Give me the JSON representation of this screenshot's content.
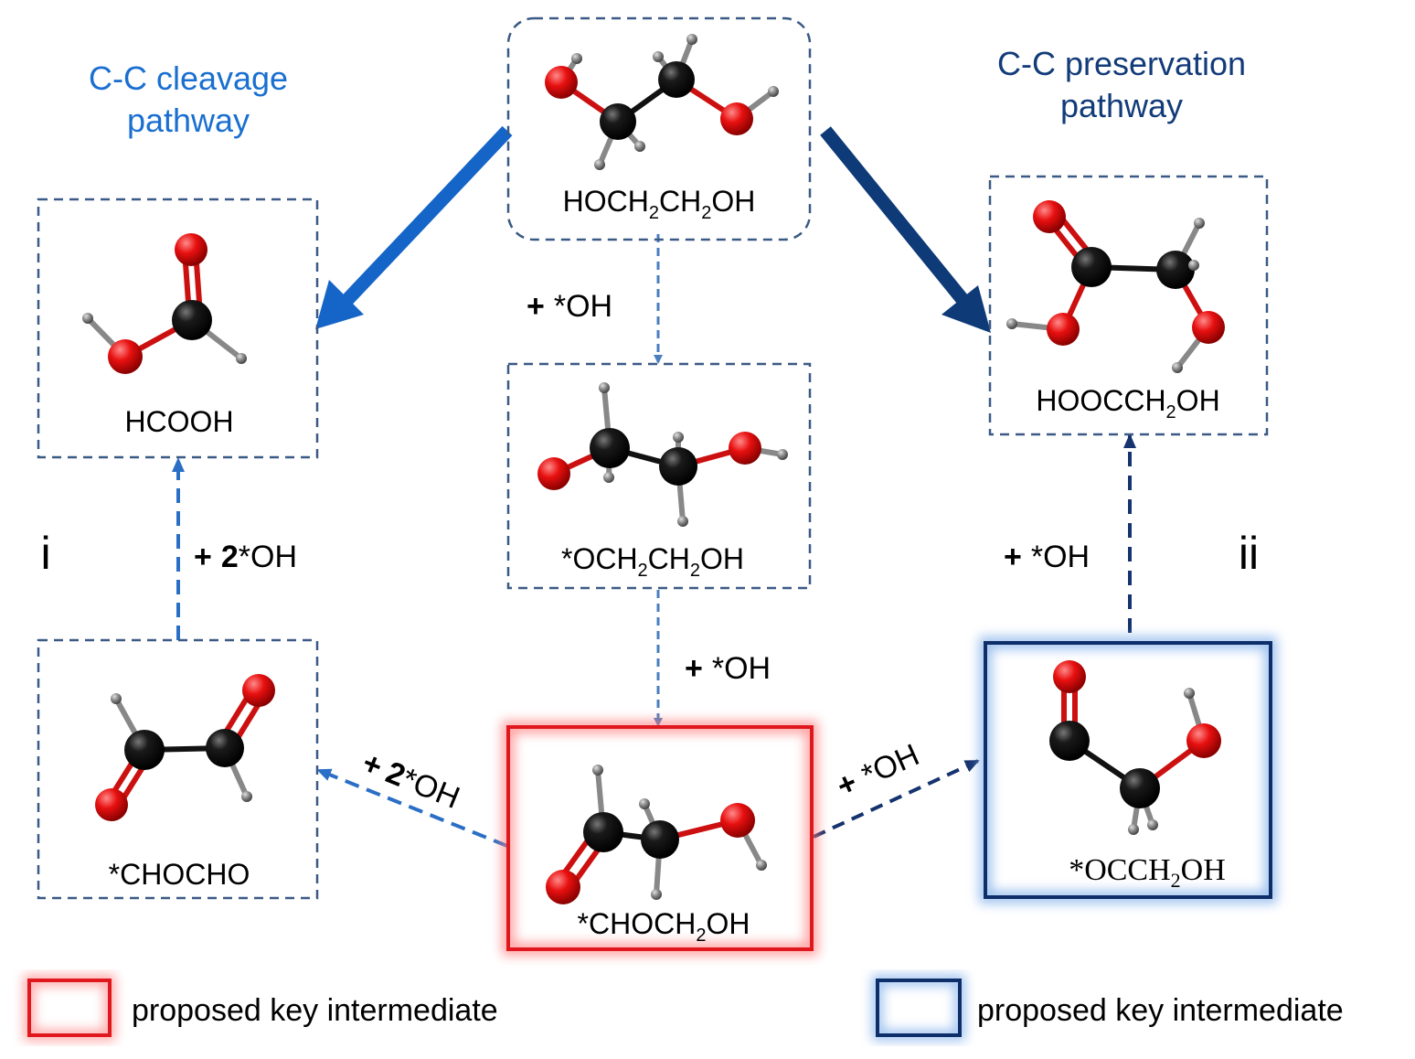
{
  "pathways": {
    "cleavage_title_line1": "C-C cleavage",
    "cleavage_title_line2": "pathway",
    "preservation_title_line1": "C-C preservation",
    "preservation_title_line2": "pathway",
    "cleavage_numeral": "i",
    "preservation_numeral": "ii"
  },
  "molecules": {
    "ethylene_glycol": {
      "main": "HOCH",
      "s1": "2",
      "mid": "CH",
      "s2": "2",
      "end": "OH"
    },
    "formic_acid": {
      "label": "HCOOH"
    },
    "glycolic_acid": {
      "main": "HOOCCH",
      "s1": "2",
      "end": "OH"
    },
    "och2ch2oh": {
      "main": "*OCH",
      "s1": "2",
      "mid": "CH",
      "s2": "2",
      "end": "OH"
    },
    "chocho": {
      "label": "*CHOCHO"
    },
    "choch2oh": {
      "main": "*CHOCH",
      "s1": "2",
      "end": "OH"
    },
    "occh2oh": {
      "main": "*OCCH",
      "s1": "2",
      "end": "OH"
    }
  },
  "steps": {
    "to_och2": {
      "plus": "+",
      "reagent": "*OH"
    },
    "to_choch2oh": {
      "plus": "+",
      "reagent": "*OH"
    },
    "to_chocho": {
      "plus": "+",
      "coef": "2",
      "reagent": "*OH"
    },
    "to_hcooh": {
      "plus": "+",
      "coef": "2",
      "reagent": "*OH"
    },
    "to_occh2oh": {
      "plus": "+",
      "reagent": "*OH"
    },
    "to_glycolic": {
      "plus": "+",
      "reagent": "*OH"
    }
  },
  "legend": {
    "red_label": "proposed key intermediate",
    "blue_label": "proposed key intermediate"
  },
  "colors": {
    "cleavage_blue": "#1565C8",
    "preservation_navy": "#0E3A78",
    "dash_box": "#3A5A85",
    "key_red": "#E0181E",
    "oxygen": "#E01010",
    "carbon": "#111111",
    "hydrogen": "#808080"
  }
}
